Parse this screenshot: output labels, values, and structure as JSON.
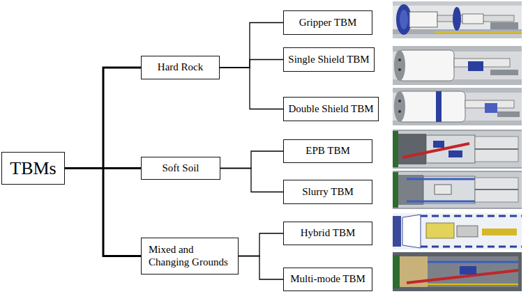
{
  "diagram": {
    "nodes": [
      {
        "text": [
          "TBMs"
        ]
      },
      {
        "text": [
          "Hard Rock"
        ]
      },
      {
        "text": [
          "Soft Soil"
        ]
      },
      {
        "text": [
          "Mixed and Changing Grounds"
        ]
      },
      {
        "text": [
          "Gripper TBM"
        ]
      },
      {
        "text": [
          "Single Shield TBM"
        ]
      },
      {
        "text": [
          "Double Shield TBM"
        ]
      },
      {
        "text": [
          "EPB TBM"
        ]
      },
      {
        "text": [
          "Slurry TBM"
        ]
      },
      {
        "text": [
          "Hybrid TBM"
        ]
      },
      {
        "text": [
          "Multi-mode TBM"
        ]
      }
    ],
    "edges": [
      {
        "from": 0,
        "to": 1,
        "arrow": "none"
      },
      {
        "from": 0,
        "to": 2,
        "arrow": "none"
      },
      {
        "from": 0,
        "to": 3,
        "arrow": "none"
      },
      {
        "from": 1,
        "to": 4,
        "arrow": "none"
      },
      {
        "from": 1,
        "to": 5,
        "arrow": "none"
      },
      {
        "from": 1,
        "to": 6,
        "arrow": "none"
      },
      {
        "from": 2,
        "to": 7,
        "arrow": "none"
      },
      {
        "from": 2,
        "to": 8,
        "arrow": "none"
      },
      {
        "from": 3,
        "to": 9,
        "arrow": "none"
      },
      {
        "from": 3,
        "to": 10,
        "arrow": "none"
      }
    ]
  }
}
